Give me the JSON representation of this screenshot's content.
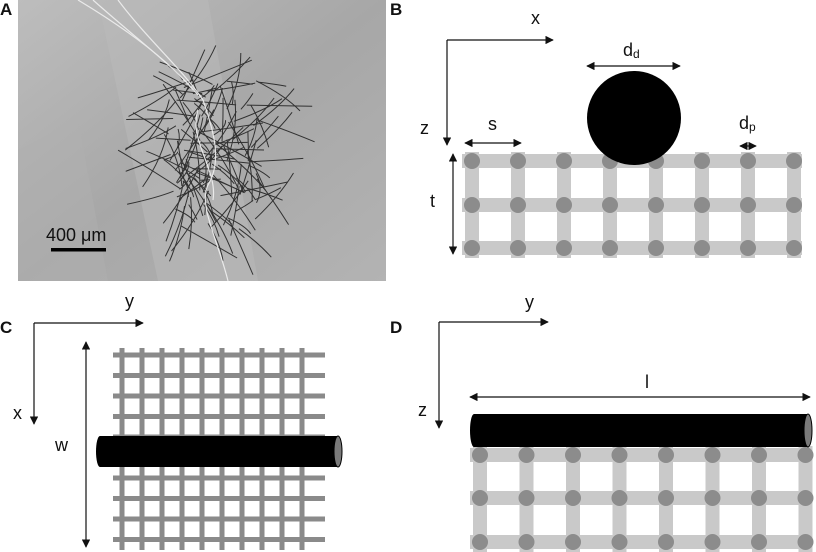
{
  "panels": {
    "a": {
      "letter": "A",
      "scale_bar_label": "400 μm"
    },
    "b": {
      "letter": "B",
      "axis_x": "x",
      "axis_z": "z",
      "label_dd_main": "d",
      "label_dd_sub": "d",
      "label_dp_main": "d",
      "label_dp_sub": "p",
      "label_s": "s",
      "label_t": "t"
    },
    "c": {
      "letter": "C",
      "axis_y": "y",
      "axis_x": "x",
      "label_w": "w"
    },
    "d": {
      "letter": "D",
      "axis_y": "y",
      "axis_z": "z",
      "label_l": "l"
    }
  },
  "colors": {
    "mesh_gray": "#c9c9c9",
    "node_gray": "#8c8c8c",
    "grid_c_gray": "#8a8a8a",
    "fiber_black": "#000000",
    "micrograph_bg": "#a9a9a9"
  }
}
